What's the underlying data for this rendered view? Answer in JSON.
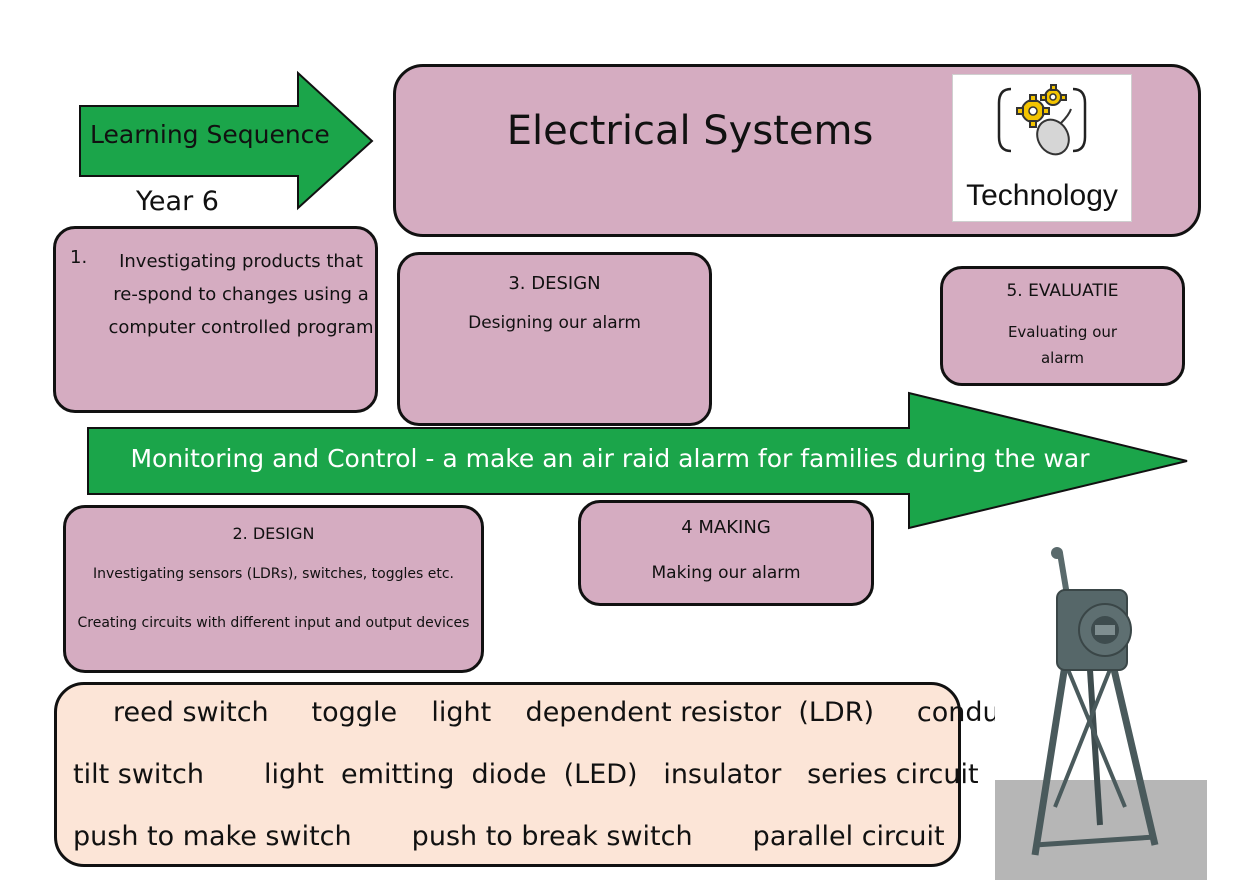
{
  "header": {
    "sequence_label": "Learning Sequence",
    "year": "Year 6",
    "title": "Electrical Systems",
    "subject_badge": {
      "icon": "gears-and-mouse-icon",
      "label": "Technology"
    }
  },
  "steps": {
    "step1": {
      "number": "1.",
      "text": "Investigating products that re-spond to changes using a computer controlled program"
    },
    "step2": {
      "heading": "2. DESIGN",
      "line1": "Investigating sensors (LDRs), switches, toggles etc.",
      "line2": "Creating circuits with different input and output devices"
    },
    "step3": {
      "heading": "3. DESIGN",
      "text": "Designing our alarm"
    },
    "step4": {
      "heading": "4 MAKING",
      "text": "Making our alarm"
    },
    "step5": {
      "heading": "5. EVALUATIE",
      "text": "Evaluating our alarm"
    }
  },
  "main_arrow": {
    "text": "Monitoring and Control -  a make an air raid alarm for families during the war"
  },
  "vocabulary": {
    "row1": "reed switch     toggle    light    dependent resistor  (LDR)     conductor",
    "row2": "tilt switch       light  emitting  diode  (LED)   insulator   series circuit",
    "row3": "push to make switch       push to break switch       parallel circuit"
  },
  "image": {
    "subject": "air-raid-siren-photo"
  },
  "colors": {
    "arrow_green": "#1ba54a",
    "box_pink": "#d5acc1",
    "vocab_peach": "#fce5d7"
  }
}
